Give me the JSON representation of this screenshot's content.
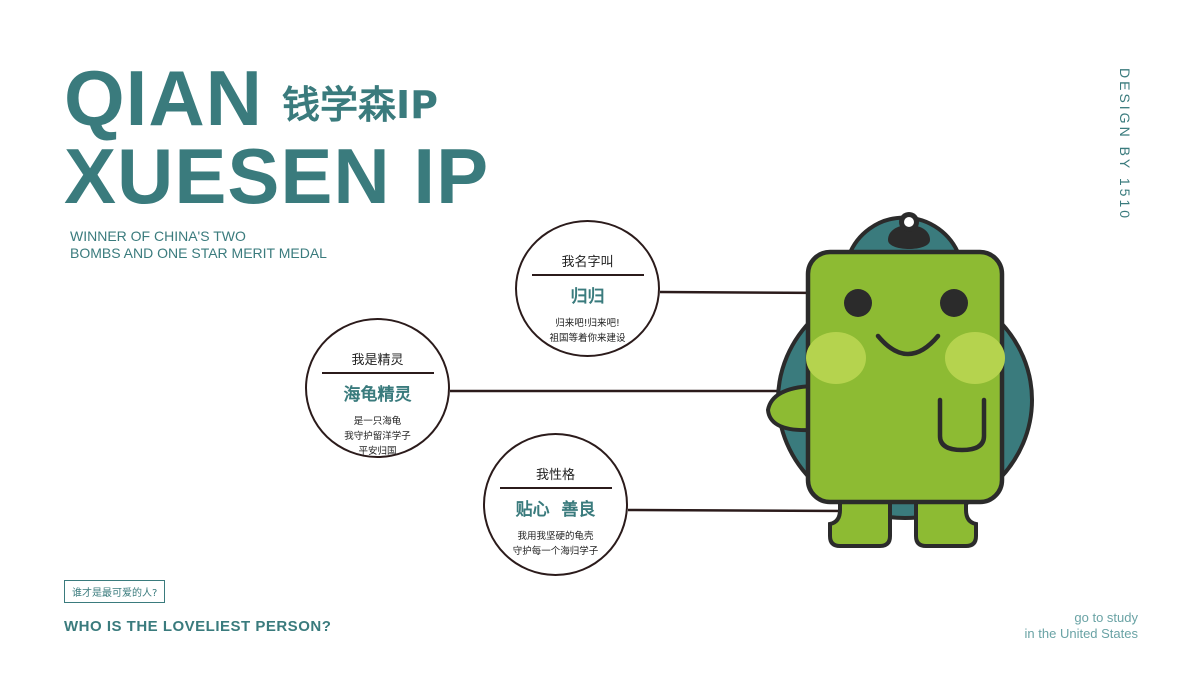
{
  "title": {
    "line1": "QIAN",
    "cn": "钱学森IP",
    "line2": "XUESEN IP"
  },
  "subtitle": {
    "line1": "WINNER OF CHINA'S TWO",
    "line2": "BOMBS AND ONE STAR MERIT MEDAL"
  },
  "side_text": "DESIGN BY 1510",
  "bubbles": [
    {
      "label": "我名字叫",
      "big": "归归",
      "small1": "归来吧!归来吧!",
      "small2": "祖国等着你来建设"
    },
    {
      "label": "我是精灵",
      "big": "海龟精灵",
      "small1": "是一只海龟",
      "small2": "我守护留洋学子",
      "small3": "平安归国"
    },
    {
      "label": "我性格",
      "big": "贴心  善良",
      "small1": "我用我坚硬的龟壳",
      "small2": "守护每一个海归学子"
    }
  ],
  "question_box": "谁才是最可爱的人?",
  "bottom_question": "WHO IS THE LOVELIEST PERSON?",
  "footer": {
    "line1": "go to study",
    "line2": "in the United States"
  },
  "colors": {
    "teal": "#3a7b7d",
    "green": "#8dbb33",
    "outline": "#2b2b2b",
    "cheek": "#b5d34e"
  }
}
